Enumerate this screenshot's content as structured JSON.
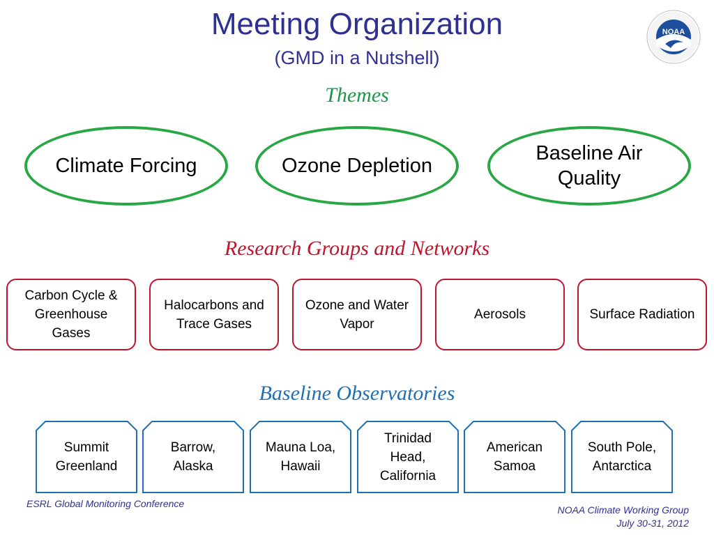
{
  "header": {
    "title": "Meeting Organization",
    "subtitle": "(GMD in a Nutshell)",
    "logo_text": "NOAA"
  },
  "themes": {
    "heading": "Themes",
    "items": [
      {
        "label": "Climate Forcing"
      },
      {
        "label": "Ozone Depletion"
      },
      {
        "label": "Baseline Air Quality"
      }
    ]
  },
  "research": {
    "heading": "Research Groups and Networks",
    "items": [
      {
        "label": "Carbon Cycle & Greenhouse Gases"
      },
      {
        "label": "Halocarbons and Trace Gases"
      },
      {
        "label": "Ozone and Water Vapor"
      },
      {
        "label": "Aerosols"
      },
      {
        "label": "Surface Radiation"
      }
    ]
  },
  "observatories": {
    "heading": "Baseline Observatories",
    "items": [
      {
        "label": "Summit Greenland"
      },
      {
        "label": "Barrow, Alaska"
      },
      {
        "label": "Mauna Loa, Hawaii"
      },
      {
        "label": "Trinidad Head, California"
      },
      {
        "label": "American Samoa"
      },
      {
        "label": "South Pole, Antarctica"
      }
    ]
  },
  "footer": {
    "left": "ESRL Global Monitoring Conference",
    "right_line1": "NOAA Climate Working Group",
    "right_line2": "July 30-31, 2012"
  },
  "colors": {
    "title": "#2e3192",
    "themes": "#27a844",
    "research": "#c0142c",
    "observatories": "#1f6fb5"
  }
}
